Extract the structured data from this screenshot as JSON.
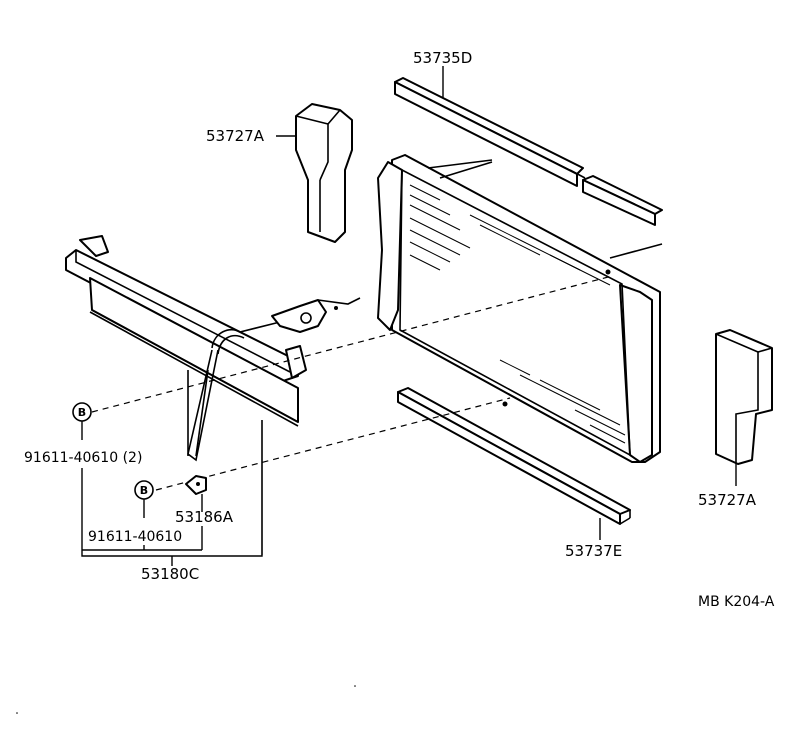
{
  "labels": {
    "p53735d": "53735D",
    "p53727a_top": "53727A",
    "p53727a_right": "53727A",
    "p53737e": "53737E",
    "p53186a": "53186A",
    "p53180c": "53180C",
    "bolt_1": "91611-40610 (2)",
    "bolt_2": "91611-40610",
    "bolt_symbol_1": "B",
    "bolt_symbol_2": "B",
    "ref_code": "MB K204-A"
  }
}
